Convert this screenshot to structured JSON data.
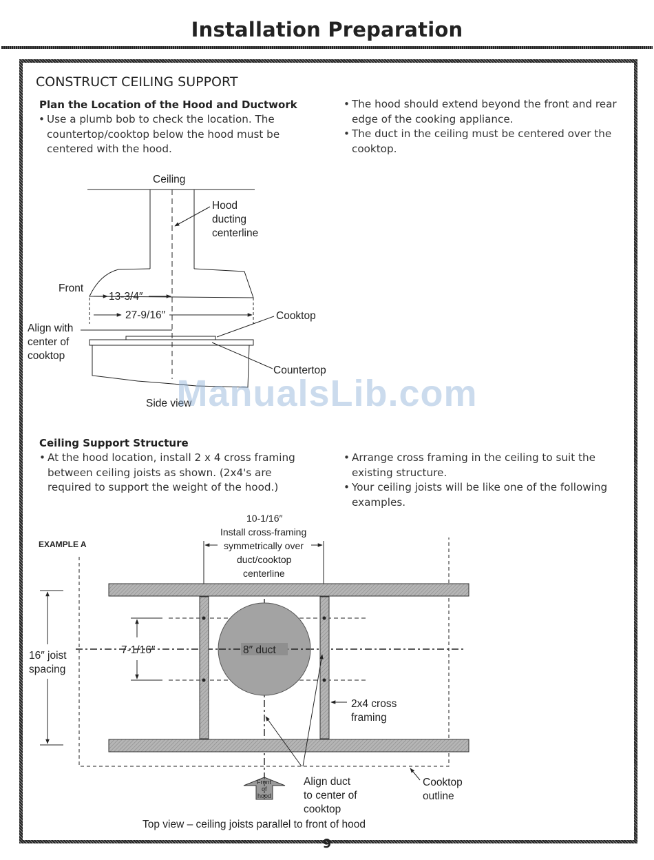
{
  "page": {
    "title": "Installation Preparation",
    "page_number": "9",
    "watermark": "ManualsLib.com"
  },
  "section": {
    "heading": "CONSTRUCT CEILING SUPPORT"
  },
  "plan": {
    "heading": "Plan the Location of the Hood and Ductwork",
    "left_bullets": [
      "Use a plumb bob to check the location. The countertop/cooktop below the hood must be centered with the hood."
    ],
    "right_bullets": [
      "The hood should extend beyond the front and rear edge of the cooking appliance.",
      "The duct in the ceiling must be centered over the cooktop."
    ]
  },
  "side_view": {
    "ceiling": "Ceiling",
    "centerline": [
      "Hood",
      "ducting",
      "centerline"
    ],
    "front": "Front",
    "dim_1": "13-3/4″",
    "dim_2": "27-9/16″",
    "align": [
      "Align with",
      "center of",
      "cooktop"
    ],
    "cooktop": "Cooktop",
    "countertop": "Countertop",
    "caption": "Side view"
  },
  "support": {
    "heading": "Ceiling Support Structure",
    "left_bullets": [
      "At the hood location, install 2 x 4 cross framing between ceiling joists as shown. (2x4's are required to support the weight of the hood.)"
    ],
    "right_bullets": [
      "Arrange cross framing in the ceiling to suit the existing structure.",
      "Your ceiling joists will be like one of the following examples."
    ]
  },
  "top_view": {
    "example": "EXAMPLE A",
    "span_dim": "10-1/16″",
    "span_note": [
      "Install cross-framing",
      "symmetrically over",
      "duct/cooktop",
      "centerline"
    ],
    "joist_spacing": [
      "16″ joist",
      "spacing"
    ],
    "inner_dim": "7-1/16″",
    "duct": "8″ duct",
    "cross_framing": [
      "2x4 cross",
      "framing"
    ],
    "front_arrow": [
      "Front",
      "of",
      "hood"
    ],
    "align_duct": [
      "Align duct",
      "to center of",
      "cooktop"
    ],
    "cooktop_outline": [
      "Cooktop",
      "outline"
    ],
    "caption": "Top view – ceiling joists parallel to front of hood"
  },
  "colors": {
    "joist_fill": "#a9a9a9",
    "duct_fill": "#a3a3a3",
    "line": "#222222"
  }
}
